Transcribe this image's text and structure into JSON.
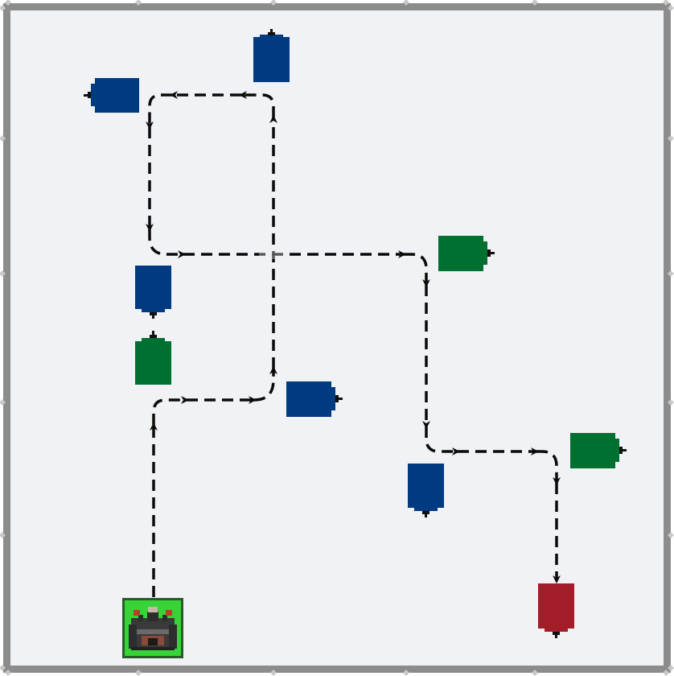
{
  "board": {
    "background": "#f0f2f5",
    "frame_color": "#8c8c8c",
    "stud_color": "#c8c8c8"
  },
  "colors": {
    "blue": "#003a80",
    "green": "#007030",
    "red": "#a31d28",
    "path": "#0a0a0a",
    "start_tile": "#36d436"
  },
  "pieces": [
    {
      "id": "blue-1",
      "color": "blue",
      "facing": "up",
      "icon": "blue-block-icon"
    },
    {
      "id": "blue-2",
      "color": "blue",
      "facing": "left",
      "icon": "blue-block-icon"
    },
    {
      "id": "blue-3",
      "color": "blue",
      "facing": "down",
      "icon": "blue-block-icon"
    },
    {
      "id": "green-1",
      "color": "green",
      "facing": "up",
      "icon": "green-block-icon"
    },
    {
      "id": "blue-4",
      "color": "blue",
      "facing": "right",
      "icon": "blue-block-icon"
    },
    {
      "id": "green-2",
      "color": "green",
      "facing": "right",
      "icon": "green-block-icon"
    },
    {
      "id": "blue-5",
      "color": "blue",
      "facing": "down",
      "icon": "blue-block-icon"
    },
    {
      "id": "green-3",
      "color": "green",
      "facing": "right",
      "icon": "green-block-icon"
    },
    {
      "id": "red-goal",
      "color": "red",
      "facing": "down",
      "icon": "red-block-icon"
    }
  ],
  "start": {
    "icon": "castle-icon"
  }
}
